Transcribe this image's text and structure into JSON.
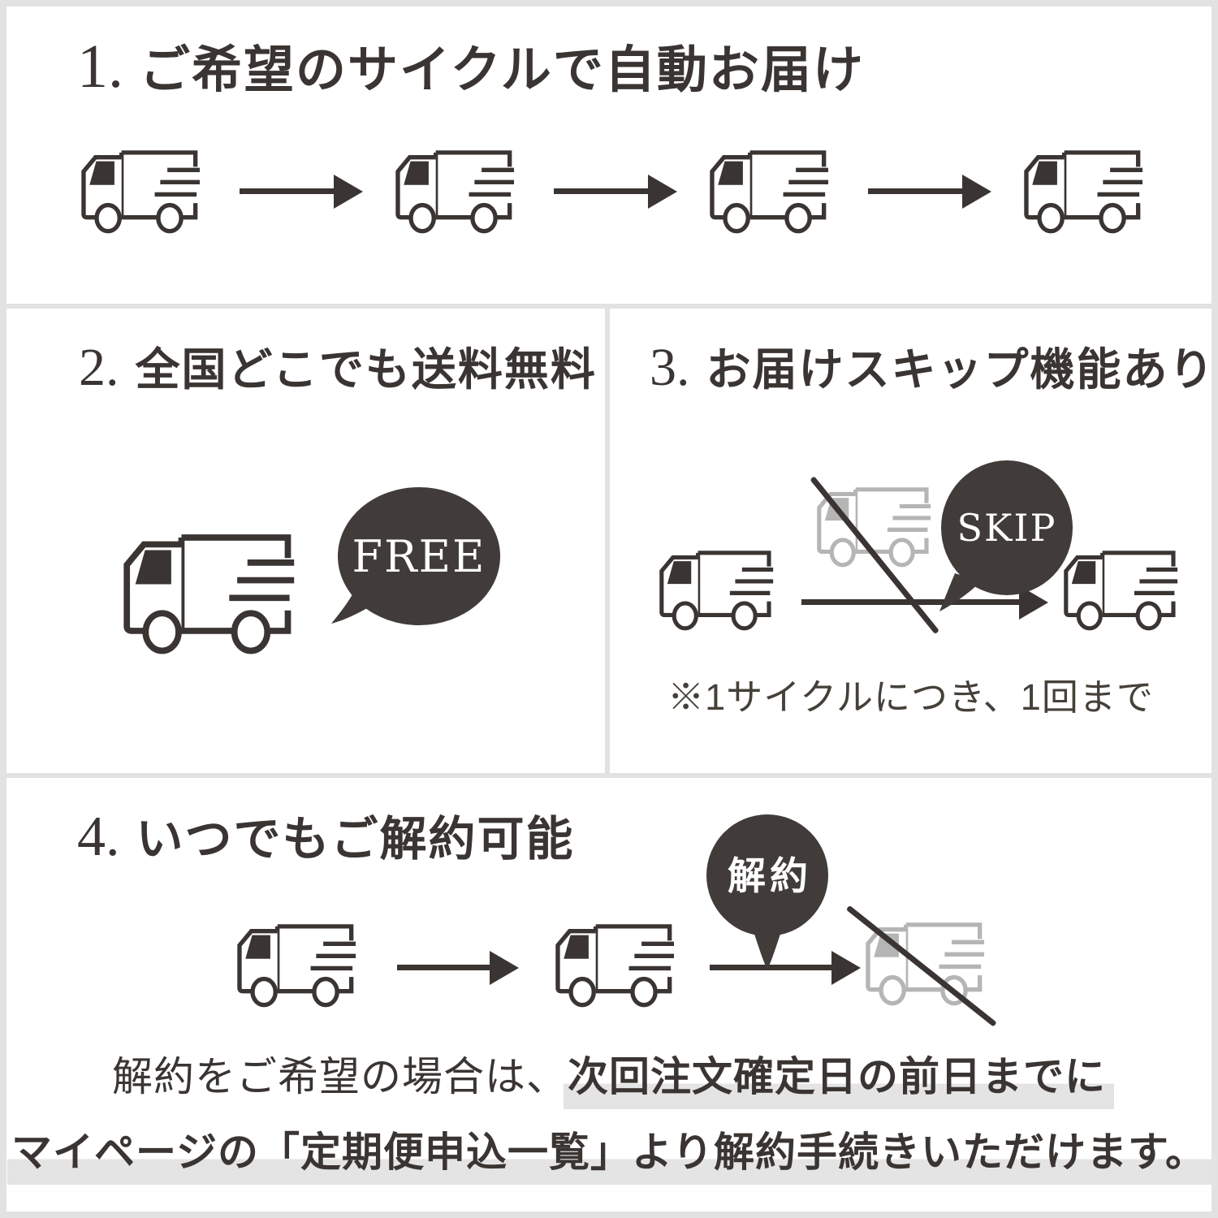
{
  "colors": {
    "ink": "#3a3532",
    "bubble": "#413c3a",
    "gray_truck": "#b5b5b5",
    "highlight": "#e4e4e4",
    "frame": "#e2e2e2",
    "panel_bg": "#ffffff"
  },
  "sections": {
    "one": {
      "number": "1.",
      "title": "ご希望のサイクルで自動お届け"
    },
    "two": {
      "number": "2.",
      "title": "全国どこでも送料無料",
      "badge": "FREE"
    },
    "three": {
      "number": "3.",
      "title": "お届けスキップ機能あり",
      "badge": "SKIP",
      "note": "※1サイクルにつき、1回まで"
    },
    "four": {
      "number": "4.",
      "title": "いつでもご解約可能",
      "badge": "解約",
      "caption": {
        "line1_normal": "解約をご希望の場合は、",
        "line1_emphasis": "次回注文確定日の前日までに",
        "line2": "マイページの「定期便申込一覧」より解約手続きいただけます。"
      }
    }
  }
}
